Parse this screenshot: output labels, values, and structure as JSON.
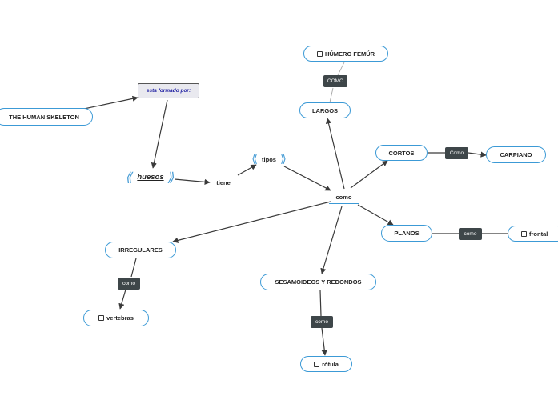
{
  "nodes": {
    "skeleton": "THE HUMAN SKELETON",
    "formado": "esta formado por:",
    "huesos": "huesos",
    "tiene": "tiene",
    "tipos": "tipos",
    "como_center": "como",
    "largos": "LARGOS",
    "humero": "HÚMERO FEMÚR",
    "cortos": "CORTOS",
    "carpiano": "CARPIANO",
    "planos": "PLANOS",
    "frontal": "frontal",
    "irregulares": "IRREGULARES",
    "vertebras": "vertebras",
    "sesamoideos": "SESAMOIDEOS Y REDONDOS",
    "rotula": "rótula"
  },
  "tags": {
    "largos_humero": "COMO",
    "cortos_carpiano": "Como",
    "planos_frontal": "como",
    "irregulares_vertebras": "como",
    "sesamoideos_rotula": "como"
  },
  "colors": {
    "accent": "#3c9ad6",
    "tag_bg": "#3e4649",
    "line": "#3a3a3a"
  }
}
